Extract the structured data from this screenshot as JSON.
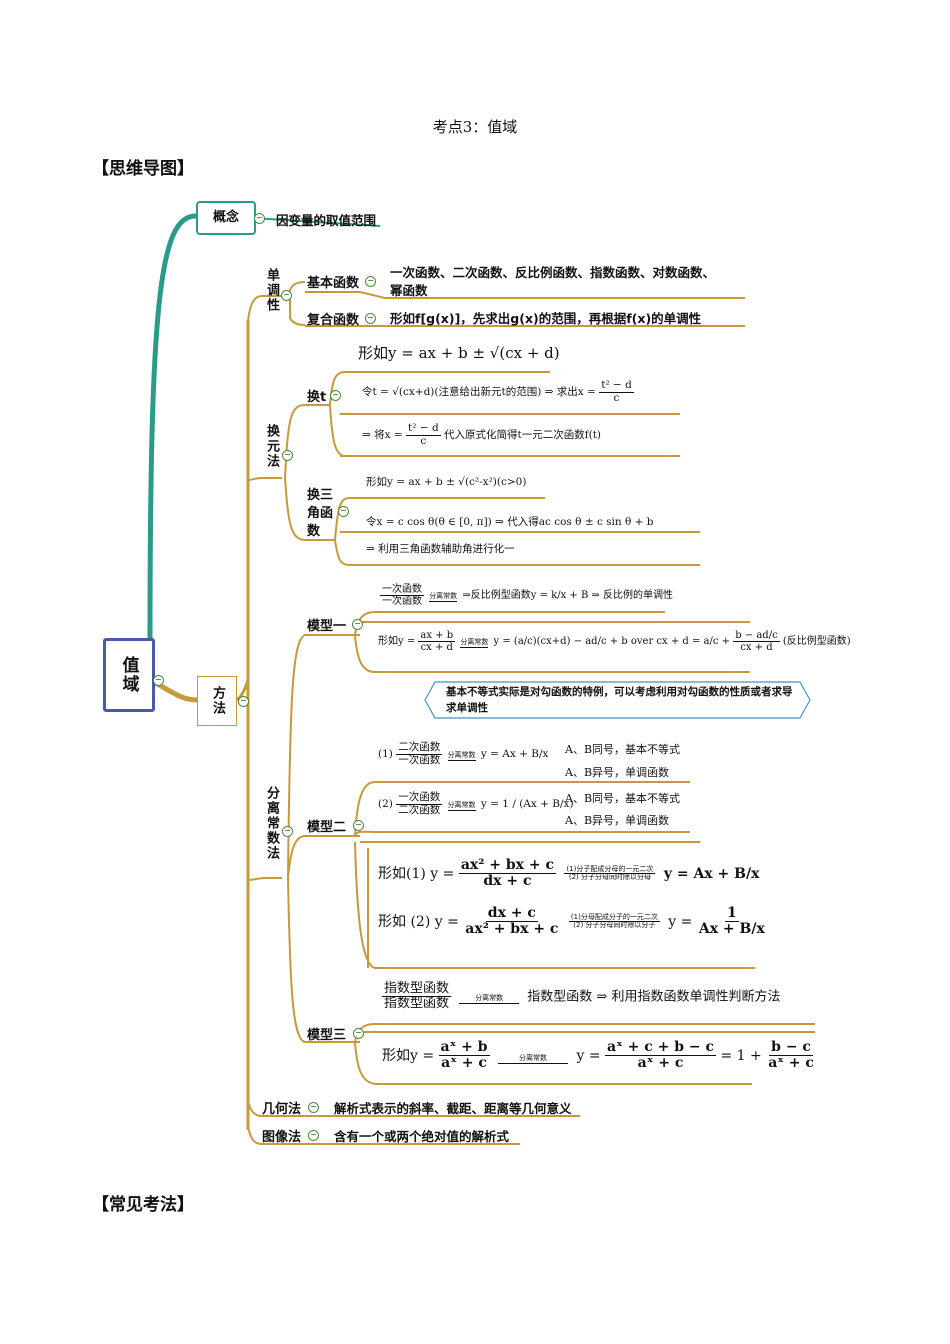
{
  "title": "考点3：值域",
  "sections": {
    "mindmap": "【思维导图】",
    "common": "【常见考法】"
  },
  "root": "值域",
  "concept": {
    "label": "概念",
    "text": "因变量的取值范围"
  },
  "monotonic": {
    "label": "单调性",
    "basic_label": "基本函数",
    "basic_text_1": "一次函数、二次函数、反比例函数、指数函数、对数函数、",
    "basic_text_2": "幂函数",
    "composite_label": "复合函数",
    "composite_text": "形如f[g(x)]，先求出g(x)的范围，再根据f(x)的单调性"
  },
  "methods_label": "方法",
  "substitution": {
    "label": "换元法",
    "form": "形如y = ax + b ± √(cx + d)",
    "t_label": "换t",
    "t_line1": "令t = √(cx+d)(注意给出新元t的范围) ⇒ 求出x =",
    "t_frac_num": "t² − d",
    "t_frac_den": "c",
    "t_line2_a": "⇒ 将x =",
    "t_line2_b": "代入原式化简得t一元二次函数f(t)",
    "trig_label": "换三角函数",
    "trig_form": "形如y = ax + b ± √(c²-x²)(c>0)",
    "trig_line1": "令x = c cos θ(θ ∈ [0, π]) ⇒ 代入得ac cos θ ± c sin θ + b",
    "trig_line2": "⇒ 利用三角函数辅助角进行化一"
  },
  "separation": {
    "label": "分离常数法",
    "model1": {
      "label": "模型一",
      "line1_num": "一次函数",
      "line1_den": "一次函数",
      "arrow": "分离常数",
      "line1_rest": "⇒反比例型函数y =  k/x + B ⇒ 反比例的单调性",
      "line2_prefix": "形如y =",
      "line2_num": "ax + b",
      "line2_den": "cx + d",
      "line2_mid": "y =  (a/c)(cx+d) − ad/c + b  over  cx + d  =  a/c +",
      "line2_frac2_num": "b − ad/c",
      "line2_frac2_den": "cx + d",
      "line2_tail": "(反比例型函数)"
    },
    "note": "基本不等式实际是对勾函数的特例，可以考虑利用对勾函数的性质或者求导求单调性",
    "model2": {
      "label": "模型二",
      "l1_prefix": "(1)",
      "l1_num": "二次函数",
      "l1_den": "一次函数",
      "l1_arrow": "分离常数",
      "l1_rhs": "y = Ax + B/x",
      "l1_case1": "A、B同号，基本不等式",
      "l1_case2": "A、B异号，单调函数",
      "l2_prefix": "(2)",
      "l2_num": "一次函数",
      "l2_den": "二次函数",
      "l2_arrow": "分离常数",
      "l2_rhs": "y = 1 / (Ax + B/x)",
      "l2_case1": "A、B同号，基本不等式",
      "l2_case2": "A、B异号，单调函数",
      "f1_prefix": "形如(1) y =",
      "f1_num": "ax² + bx + c",
      "f1_den": "dx + c",
      "f1_arrow_top": "(1)分子配成分母的一元二次",
      "f1_arrow_bot": "(2) 分子分母同时除以分母",
      "f1_rhs": "y = Ax + B/x",
      "f2_prefix": "形如 (2) y =",
      "f2_num": "dx + c",
      "f2_den": "ax² + bx + c",
      "f2_arrow_top": "(1)分母配成分子的一元二次",
      "f2_arrow_bot": "(2) 分子分母同时除以分子",
      "f2_rhs_num": "1",
      "f2_rhs_den": "Ax + B/x"
    },
    "model3": {
      "label": "模型三",
      "l1_num": "指数型函数",
      "l1_den": "指数型函数",
      "l1_arrow": "分离常数",
      "l1_rest": "指数型函数 ⇒ 利用指数函数单调性判断方法",
      "l2_prefix": "形如y =",
      "l2_num": "aˣ + b",
      "l2_den": "aˣ + c",
      "l2_arrow": "分离常数",
      "l2_mid_num": "aˣ + c + b − c",
      "l2_mid_den": "aˣ + c",
      "l2_eq": "= 1 +",
      "l2_end_num": "b − c",
      "l2_end_den": "aˣ + c"
    }
  },
  "geometry": {
    "label": "几何法",
    "text": "解析式表示的斜率、截距、距离等几何意义"
  },
  "graph": {
    "label": "图像法",
    "text": "含有一个或两个绝对值的解析式"
  },
  "colors": {
    "teal": "#2a9a8a",
    "gold": "#c69a3a",
    "root_border": "#4a5aa8",
    "node_green": "#4a8a3a"
  }
}
